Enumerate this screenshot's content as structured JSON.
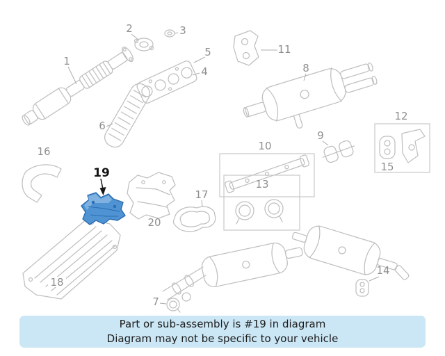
{
  "banner": {
    "line1": "Part or sub-assembly is #19 in diagram",
    "line2": "Diagram may not be specific to your vehicle",
    "background_color": "#cbe6f4",
    "text_color": "#1c1c1c"
  },
  "diagram": {
    "line_color": "#bfbfbf",
    "box_color": "#c8c8c8",
    "label_color": "#8f8f8f",
    "highlight": {
      "number": "19",
      "fill": "#4f93d2",
      "fill_light": "#7fb2e0",
      "stroke": "#2b6cb2",
      "label_color": "#141414"
    },
    "callouts": [
      {
        "number": "1"
      },
      {
        "number": "2"
      },
      {
        "number": "3"
      },
      {
        "number": "4"
      },
      {
        "number": "5"
      },
      {
        "number": "6"
      },
      {
        "number": "7"
      },
      {
        "number": "8"
      },
      {
        "number": "9"
      },
      {
        "number": "10"
      },
      {
        "number": "11"
      },
      {
        "number": "12"
      },
      {
        "number": "13"
      },
      {
        "number": "14"
      },
      {
        "number": "15"
      },
      {
        "number": "16"
      },
      {
        "number": "17"
      },
      {
        "number": "18"
      },
      {
        "number": "19"
      },
      {
        "number": "20"
      }
    ]
  }
}
